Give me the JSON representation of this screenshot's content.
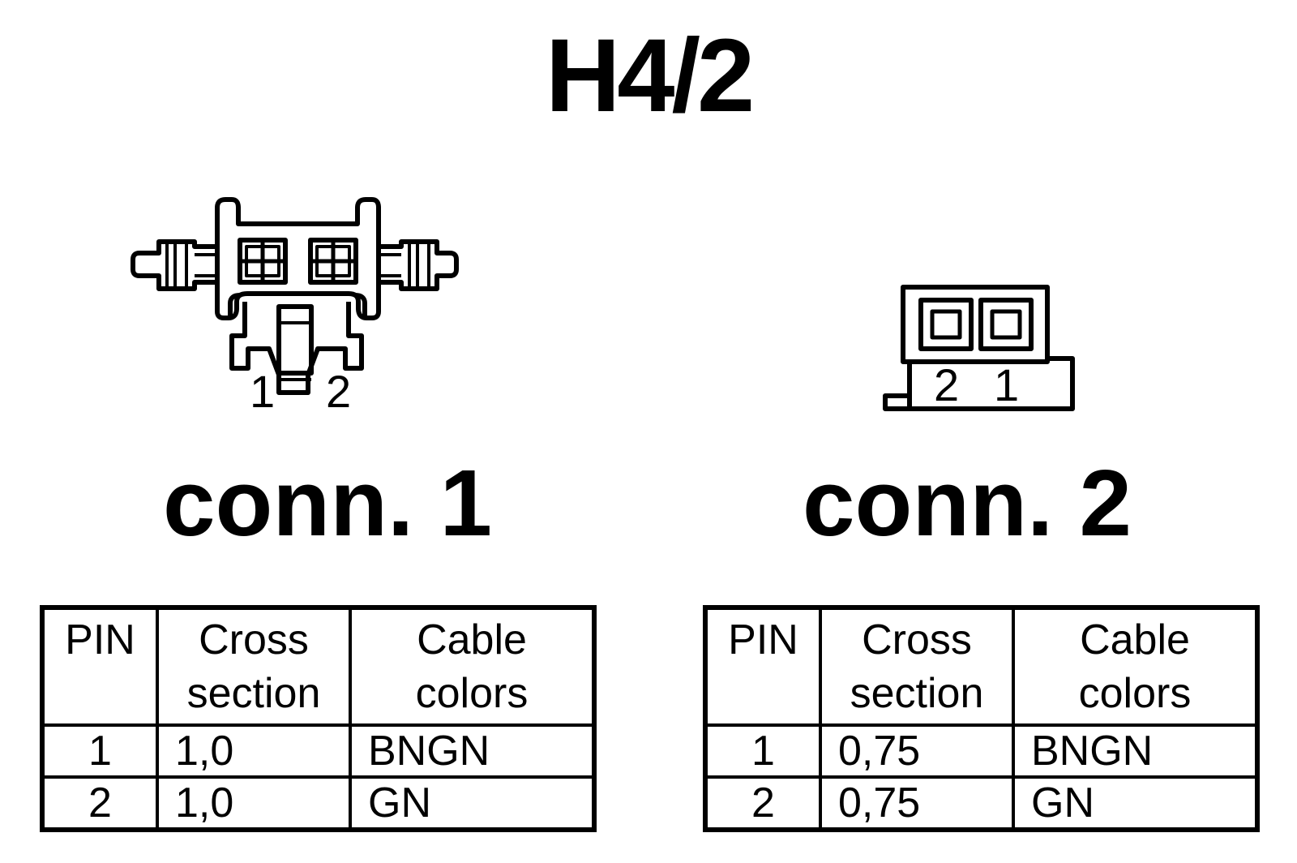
{
  "title": "H4/2",
  "connectors": [
    {
      "label": "conn. 1",
      "pin_labels": [
        "1",
        "2"
      ],
      "table": {
        "headers": [
          "PIN",
          "Cross section",
          "Cable colors"
        ],
        "header_lines": [
          [
            "PIN"
          ],
          [
            "Cross",
            "section"
          ],
          [
            "Cable",
            "colors"
          ]
        ],
        "rows": [
          {
            "pin": "1",
            "cross_section": "1,0",
            "cable_color": "BNGN"
          },
          {
            "pin": "2",
            "cross_section": "1,0",
            "cable_color": "GN"
          }
        ]
      }
    },
    {
      "label": "conn. 2",
      "pin_labels": [
        "2",
        "1"
      ],
      "table": {
        "headers": [
          "PIN",
          "Cross section",
          "Cable colors"
        ],
        "header_lines": [
          [
            "PIN"
          ],
          [
            "Cross",
            "section"
          ],
          [
            "Cable",
            "colors"
          ]
        ],
        "rows": [
          {
            "pin": "1",
            "cross_section": "0,75",
            "cable_color": "BNGN"
          },
          {
            "pin": "2",
            "cross_section": "0,75",
            "cable_color": "GN"
          }
        ]
      }
    }
  ]
}
